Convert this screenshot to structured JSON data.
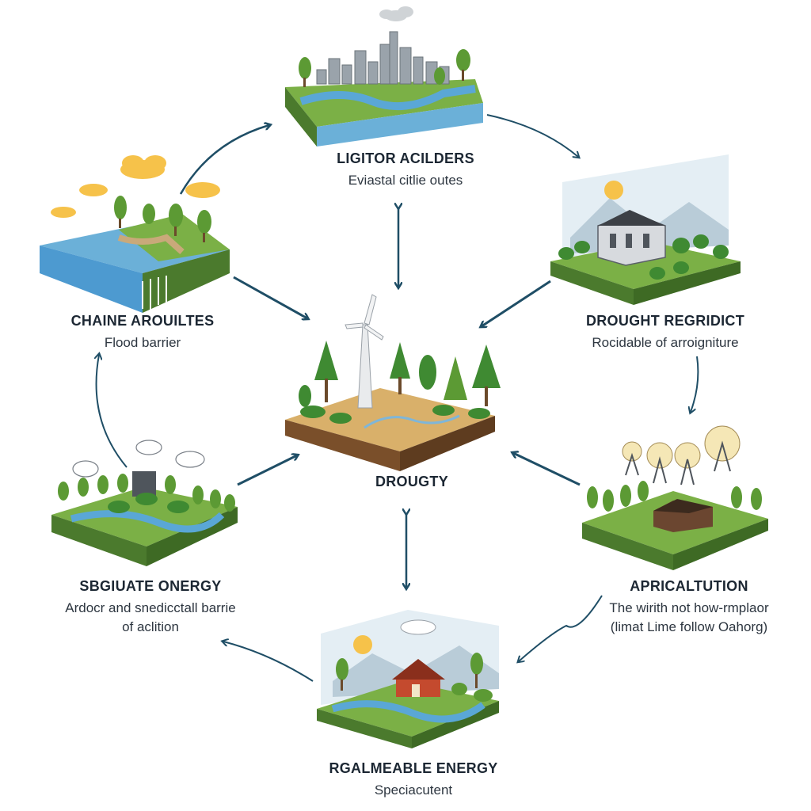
{
  "colors": {
    "arrow": "#1f4e66",
    "arrow_light": "#7f97a6",
    "water": "#5aa7d6",
    "grass": "#7bb046",
    "soil": "#7a4f2a",
    "tree": "#3f8a32"
  },
  "nodes": {
    "top": {
      "title": "LIGITOR ACILDERS",
      "subtitle": "Eviastal citlie outes"
    },
    "upper_left": {
      "title": "CHAINE AROUILTES",
      "subtitle": "Flood barrier"
    },
    "upper_right": {
      "title": "DROUGHT REGRIDICT",
      "subtitle": "Rocidable of arroigniture"
    },
    "center": {
      "title": "DROUGTY"
    },
    "lower_left": {
      "title": "SBGIUATE ONERGY",
      "subtitle_line1": "Ardocr and snedicctall barrie",
      "subtitle_line2": "of aclition"
    },
    "lower_right": {
      "title": "APRICALTUTION",
      "subtitle_line1": "The wirith not how-rmplaor",
      "subtitle_line2": "(limat Lime follow Oahorg)"
    },
    "bottom": {
      "title": "RGALMEABLE ENERGY",
      "subtitle": "Speciacutent"
    }
  }
}
